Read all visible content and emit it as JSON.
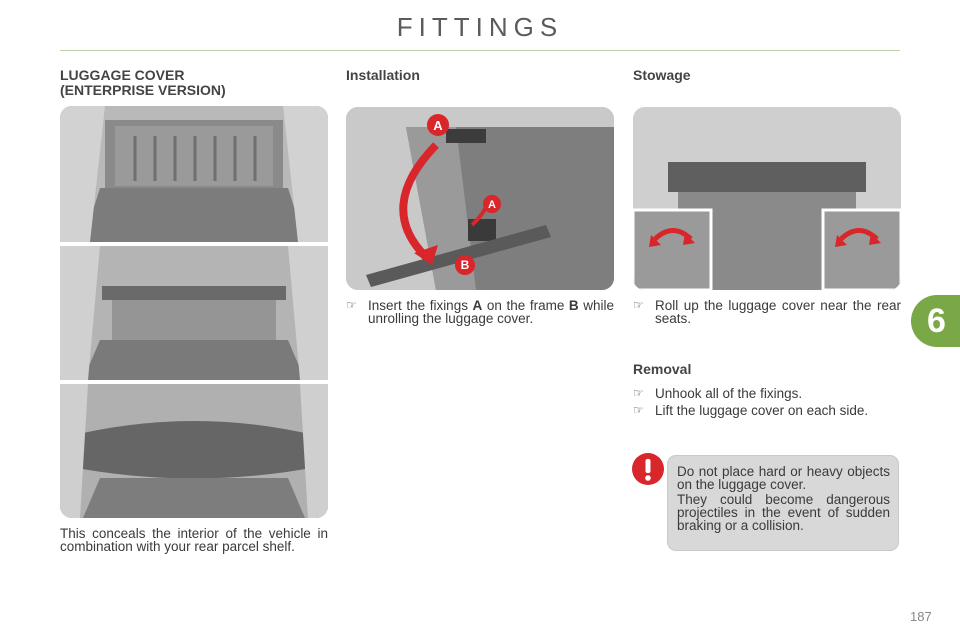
{
  "header": {
    "title": "FITTINGS"
  },
  "chapter_tab": {
    "number": "6"
  },
  "left": {
    "title_line1": "LUGGAGE COVER",
    "title_line2": "(ENTERPRISE VERSION)",
    "photo_icon": "luggage-cover-photos",
    "caption": "This conceals the interior of the vehicle in combination with your rear parcel shelf."
  },
  "installation": {
    "title": "Installation",
    "photo_labels": [
      "A",
      "A",
      "B"
    ],
    "bullet_pre": "Insert the fixings ",
    "bullet_bold1": "A",
    "bullet_mid": " on the frame ",
    "bullet_bold2": "B",
    "bullet_post": " while unrolling the luggage cover."
  },
  "stowage": {
    "title": "Stowage",
    "bullet": "Roll up the luggage cover near the rear seats."
  },
  "removal": {
    "title": "Removal",
    "bullets": [
      "Unhook all of the fixings.",
      "Lift the luggage cover on each side."
    ]
  },
  "warning": {
    "icon": "exclamation-warning-icon",
    "color": "#d9262b",
    "para1": "Do not place hard or heavy objects on the luggage cover.",
    "para2": "They could become dangerous projectiles in the event of sudden braking or a collision."
  },
  "bullet_glyph": "☞",
  "page": {
    "number": "187"
  },
  "colors": {
    "accent_green": "#7aa846",
    "rule_green": "#b8d3a8"
  }
}
